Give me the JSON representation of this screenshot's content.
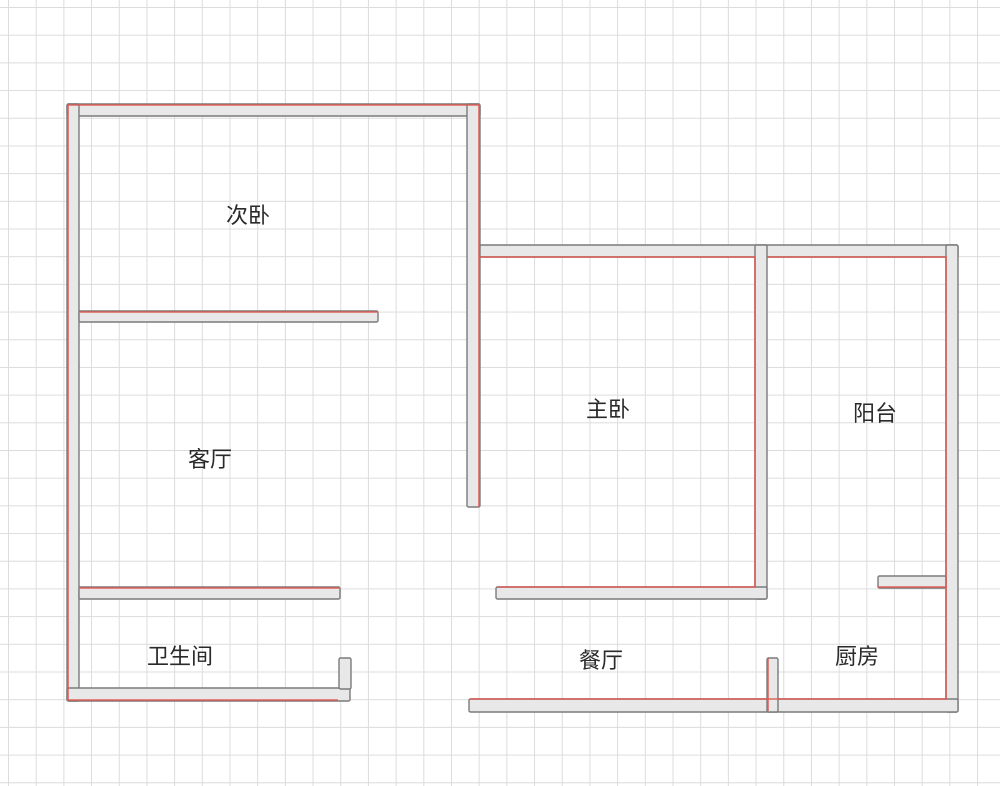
{
  "diagram": {
    "type": "floor-plan",
    "colors": {
      "wall_fill": "#e8e8e8",
      "wall_outline": "#7a7a7a",
      "inner_line": "#e0574f",
      "grid": "#dcdcdc",
      "background": "#ffffff",
      "label_text": "#2a2a2a"
    },
    "rooms": [
      {
        "id": "second-bedroom",
        "label": "次卧"
      },
      {
        "id": "living-room",
        "label": "客厅"
      },
      {
        "id": "bathroom",
        "label": "卫生间"
      },
      {
        "id": "master-bedroom",
        "label": "主卧"
      },
      {
        "id": "balcony",
        "label": "阳台"
      },
      {
        "id": "dining-room",
        "label": "餐厅"
      },
      {
        "id": "kitchen",
        "label": "厨房"
      }
    ]
  }
}
